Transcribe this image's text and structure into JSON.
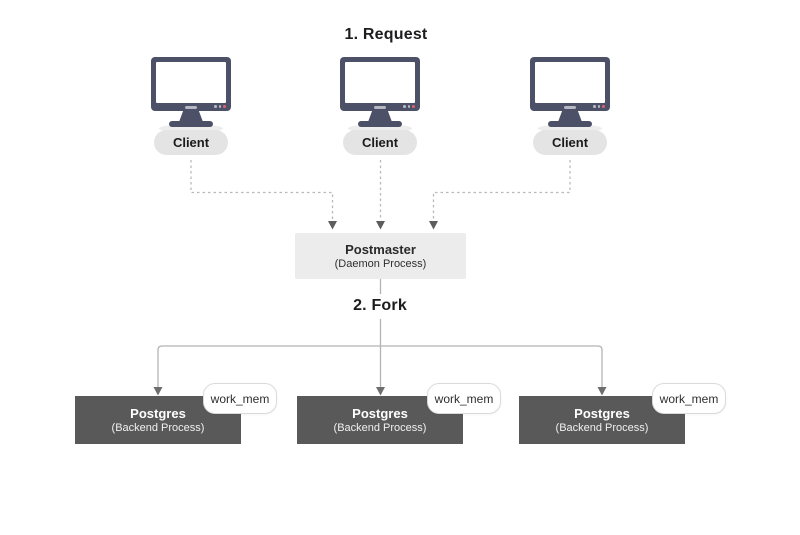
{
  "titles": {
    "request": "1. Request",
    "fork": "2. Fork"
  },
  "clients": [
    {
      "label": "Client"
    },
    {
      "label": "Client"
    },
    {
      "label": "Client"
    }
  ],
  "postmaster": {
    "title": "Postmaster",
    "subtitle": "(Daemon Process)"
  },
  "backends": [
    {
      "title": "Postgres",
      "subtitle": "(Backend Process)",
      "badge": "work_mem"
    },
    {
      "title": "Postgres",
      "subtitle": "(Backend Process)",
      "badge": "work_mem"
    },
    {
      "title": "Postgres",
      "subtitle": "(Backend Process)",
      "badge": "work_mem"
    }
  ],
  "icons": {
    "client": "monitor-icon"
  },
  "colors": {
    "monitor_body": "#4d5168",
    "monitor_accent": "#b6b9c4",
    "monitor_power_dot": "#e0626d",
    "client_pill_bg": "#e4e4e4",
    "postmaster_bg": "#ececec",
    "backend_bg": "#595959",
    "backend_text": "#ffffff",
    "badge_bg": "#ffffff",
    "badge_border": "#dadada",
    "solid_line": "#b3b3b3",
    "dashed_line": "#b9b9b9",
    "arrowhead": "#5d5d5d",
    "text_dark": "#1d1d1f"
  }
}
